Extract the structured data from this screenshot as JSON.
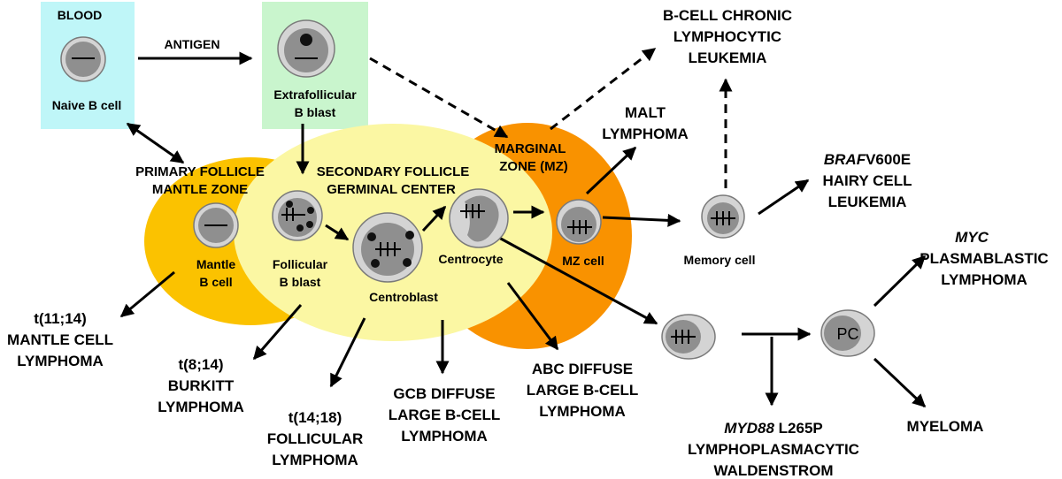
{
  "colors": {
    "blood_box": "#bff6f8",
    "extrafollicular_box": "#c9f5cd",
    "mantle_zone": "#fbc200",
    "germinal_center": "#fbf7a3",
    "marginal_zone": "#f99200",
    "cell_outer": "#d4d4d4",
    "cell_inner": "#8f8f8f"
  },
  "compartments": {
    "blood": "BLOOD",
    "antigen": "ANTIGEN",
    "primary_follicle": [
      "PRIMARY FOLLICLE",
      "MANTLE ZONE"
    ],
    "secondary_follicle": [
      "SECONDARY FOLLICLE",
      "GERMINAL CENTER"
    ],
    "marginal_zone": [
      "MARGINAL",
      "ZONE (MZ)"
    ]
  },
  "cells": {
    "naive": [
      "Naive B cell"
    ],
    "extrafollicular": [
      "Extrafollicular",
      "B blast"
    ],
    "mantle": [
      "Mantle",
      "B cell"
    ],
    "follicular": [
      "Follicular",
      "B blast"
    ],
    "centroblast": [
      "Centroblast"
    ],
    "centrocyte": [
      "Centrocyte"
    ],
    "mz": [
      "MZ cell"
    ],
    "memory": [
      "Memory cell"
    ],
    "plasma": "PC"
  },
  "outcomes": {
    "cll": [
      "B-CELL CHRONIC",
      "LYMPHOCYTIC",
      "LEUKEMIA"
    ],
    "malt": [
      "MALT",
      "LYMPHOMA"
    ],
    "hairy": {
      "gene": "BRAF",
      "mutation": "V600E",
      "lines": [
        "HAIRY CELL",
        "LEUKEMIA"
      ]
    },
    "plasmablastic": {
      "gene": "MYC",
      "lines": [
        "PLASMABLASTIC",
        "LYMPHOMA"
      ]
    },
    "mantle_cell": [
      "t(11;14)",
      "MANTLE CELL",
      "LYMPHOMA"
    ],
    "burkitt": [
      "t(8;14)",
      "BURKITT",
      "LYMPHOMA"
    ],
    "follicular": [
      "t(14;18)",
      "FOLLICULAR",
      "LYMPHOMA"
    ],
    "gcb": [
      "GCB DIFFUSE",
      "LARGE B-CELL",
      "LYMPHOMA"
    ],
    "abc": [
      "ABC DIFFUSE",
      "LARGE B-CELL",
      "LYMPHOMA"
    ],
    "waldenstrom": {
      "gene": "MYD88",
      "mutation": " L265P",
      "lines": [
        "LYMPHOPLASMACYTIC",
        "WALDENSTROM"
      ]
    },
    "myeloma": [
      "MYELOMA"
    ]
  }
}
